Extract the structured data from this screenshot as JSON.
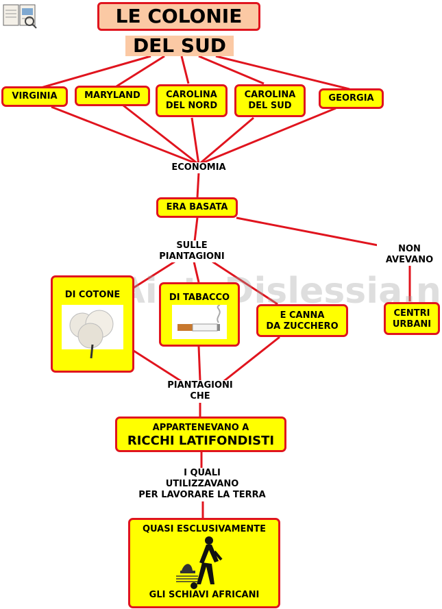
{
  "title": {
    "line1": "LE COLONIE",
    "line2": "DEL SUD"
  },
  "watermark": "By AiutoDislessia.net",
  "colonies": [
    "VIRGINIA",
    "MARYLAND",
    "CAROLINA\nDEL NORD",
    "CAROLINA\nDEL SUD",
    "GEORGIA"
  ],
  "economia": "ECONOMIA",
  "era_basata": "ERA BASATA",
  "sulle_piantagioni": "SULLE\nPIANTAGIONI",
  "non_avevano": "NON\nAVEVANO",
  "centri_urbani": "CENTRI\nURBANI",
  "di_cotone": "DI COTONE",
  "di_tabacco": "DI TABACCO",
  "canna": "E CANNA\nDA ZUCCHERO",
  "piantagioni_che": "PIANTAGIONI\nCHE",
  "appartenevano": {
    "line1": "APPARTENEVANO A",
    "line2": "RICCHI LATIFONDISTI"
  },
  "i_quali": "I QUALI\nUTILIZZAVANO\nPER LAVORARE LA TERRA",
  "schiavi": {
    "top": "QUASI ESCLUSIVAMENTE",
    "bottom": "GLI SCHIAVI AFRICANI"
  },
  "colors": {
    "box_fill": "#ffff00",
    "border": "#e0141e",
    "title_fill": "#fbc9a4"
  }
}
